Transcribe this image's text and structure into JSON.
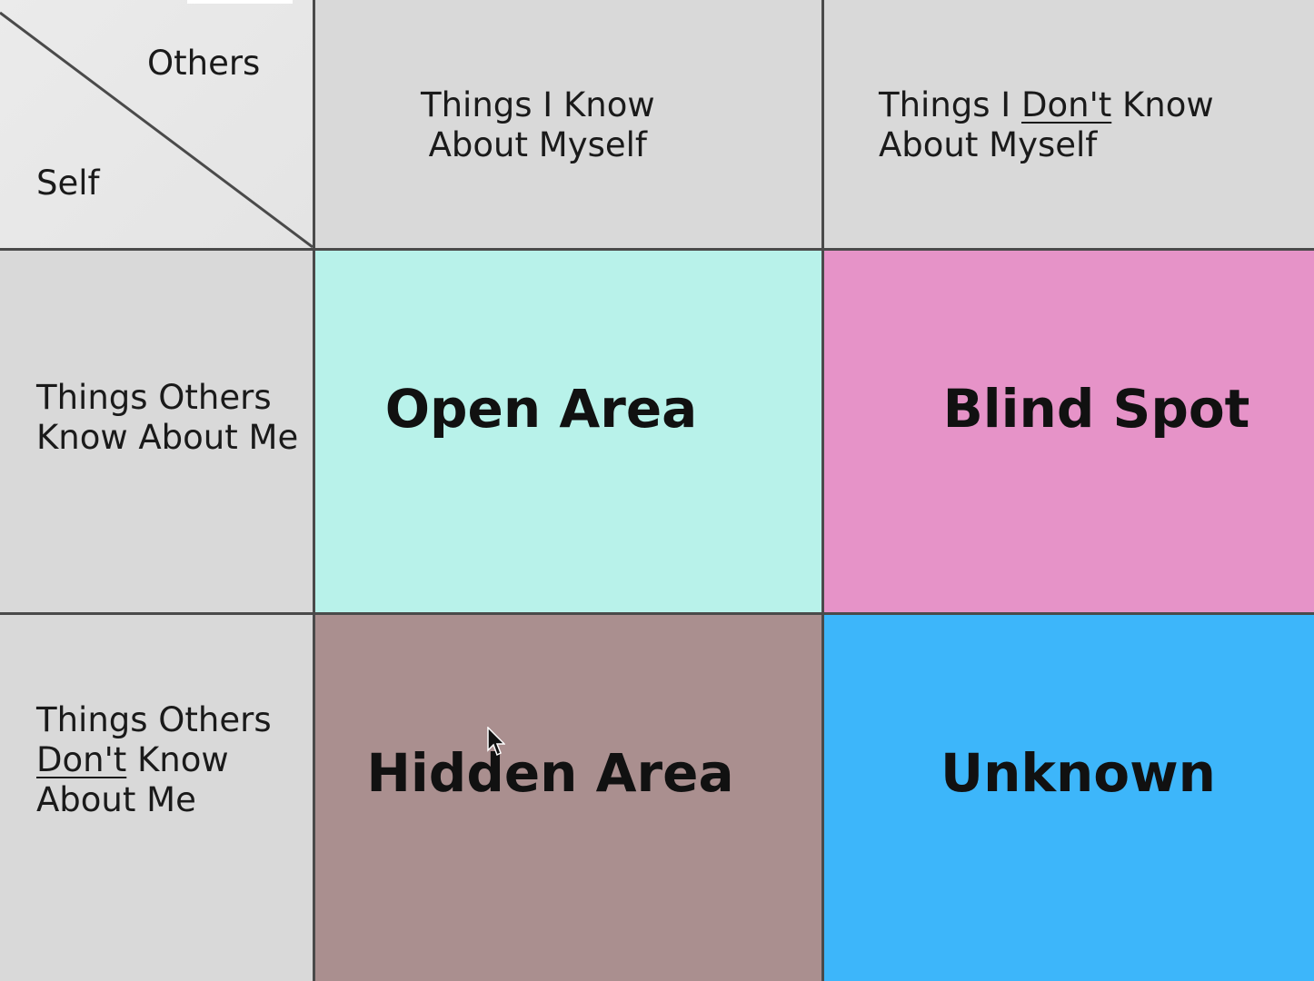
{
  "corner": {
    "others": "Others",
    "self": "Self"
  },
  "columns": {
    "known_to_self": {
      "line1": "Things I Know",
      "line2": "About Myself"
    },
    "unknown_to_self": {
      "line1_pre": "Things I ",
      "line1_emph": "Don't",
      "line1_post": " Know",
      "line2": "About Myself"
    }
  },
  "rows": {
    "known_to_others": {
      "line1": "Things Others",
      "line2": "Know About Me"
    },
    "unknown_to_others": {
      "line1": "Things Others",
      "line2_emph": "Don't",
      "line2_post": " Know",
      "line3": "About Me"
    }
  },
  "quadrants": {
    "open": "Open Area",
    "blind": "Blind Spot",
    "hidden": "Hidden Area",
    "unknown": "Unknown"
  },
  "colors": {
    "open": "#b8f2ea",
    "blind": "#e693c8",
    "hidden": "#aa8f8f",
    "unknown": "#3db6fa",
    "header": "#d9d9d9",
    "grid_line": "#4a4a4a"
  },
  "icons": {
    "pointer": "mouse-pointer-icon"
  }
}
